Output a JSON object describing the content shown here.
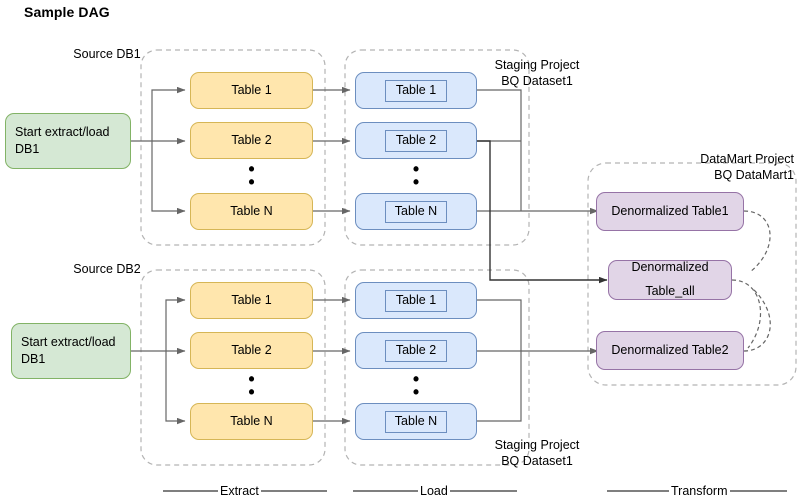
{
  "title": "Sample DAG",
  "colors": {
    "green_fill": "#d5e8d4",
    "green_stroke": "#82b366",
    "orange_fill": "#ffe6ad",
    "orange_stroke": "#d6b656",
    "blue_fill": "#dae8fc",
    "blue_stroke": "#6c8ebf",
    "purple_fill": "#e1d5e7",
    "purple_stroke": "#9673a6",
    "edge": "#666666",
    "container_dash": "#b3b3b3"
  },
  "group_labels": {
    "source_db1": "Source DB1",
    "source_db2": "Source DB2",
    "staging_top_line1": "Staging Project",
    "staging_top_line2": "BQ Dataset1",
    "staging_bottom_line1": "Staging Project",
    "staging_bottom_line2": "BQ Dataset1",
    "datamart_line1": "DataMart Project",
    "datamart_line2": "BQ DataMart1"
  },
  "start_nodes": [
    {
      "id": "start-db1",
      "line1": "Start extract/load",
      "line2": "DB1"
    },
    {
      "id": "start-db2",
      "line1": "Start extract/load",
      "line2": "DB1"
    }
  ],
  "extract_group_1": {
    "tables": [
      "Table 1",
      "Table 2",
      "Table N"
    ],
    "ellipsis": "•"
  },
  "extract_group_2": {
    "tables": [
      "Table 1",
      "Table 2",
      "Table N"
    ],
    "ellipsis": "•"
  },
  "load_group_1": {
    "tables": [
      "Table 1",
      "Table 2",
      "Table N"
    ],
    "ellipsis": "•"
  },
  "load_group_2": {
    "tables": [
      "Table 1",
      "Table 2",
      "Table N"
    ],
    "ellipsis": "•"
  },
  "transform_group": {
    "tables": [
      {
        "id": "denorm-table1",
        "text": "Denormalized Table1",
        "lines": [
          "Denormalized Table1"
        ]
      },
      {
        "id": "denorm-table-all",
        "text": "Denormalized Table_all",
        "lines": [
          "Denormalized",
          "Table_all"
        ]
      },
      {
        "id": "denorm-table2",
        "text": "Denormalized Table2",
        "lines": [
          "Denormalized Table2"
        ]
      }
    ]
  },
  "phases": [
    {
      "id": "phase-extract",
      "label": "Extract"
    },
    {
      "id": "phase-load",
      "label": "Load"
    },
    {
      "id": "phase-transform",
      "label": "Transform"
    }
  ]
}
